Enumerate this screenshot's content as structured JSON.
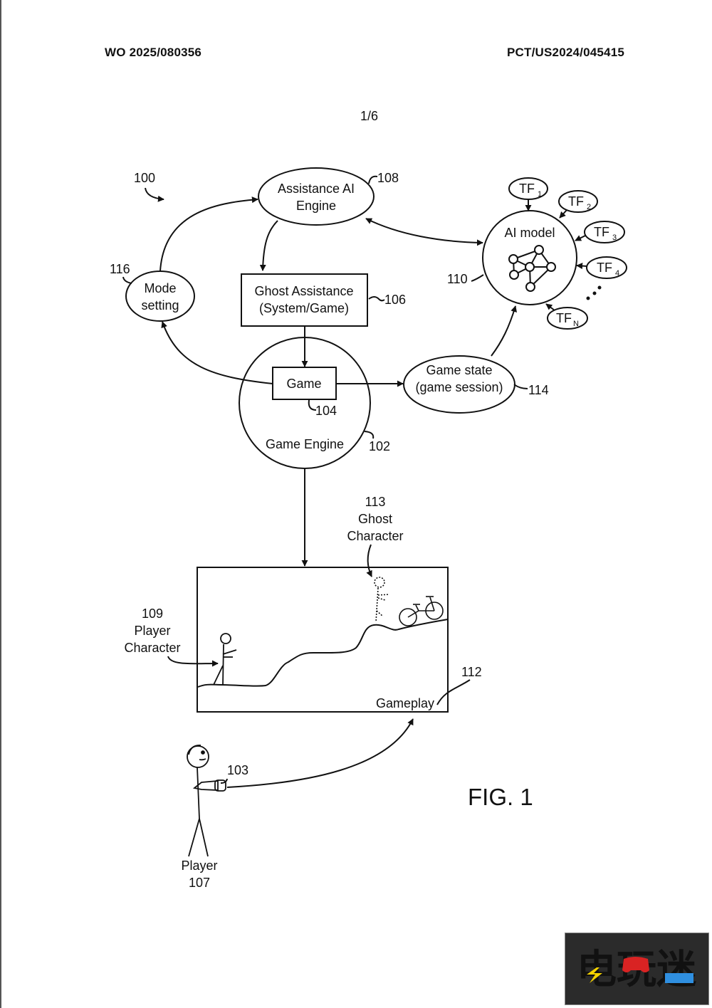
{
  "header": {
    "publication_number": "WO 2025/080356",
    "application_number": "PCT/US2024/045415",
    "sheet": "1/6"
  },
  "figure": {
    "title": "FIG. 1",
    "system_ref": "100",
    "nodes": {
      "assistance_ai_engine": {
        "line1": "Assistance AI",
        "line2": "Engine",
        "ref": "108"
      },
      "ghost_assistance": {
        "line1": "Ghost Assistance",
        "line2": "(System/Game)",
        "ref": "106"
      },
      "mode_setting": {
        "line1": "Mode",
        "line2": "setting",
        "ref": "116"
      },
      "ai_model": {
        "label": "AI model",
        "ref": "110"
      },
      "game": {
        "label": "Game",
        "ref": "104"
      },
      "game_engine": {
        "label": "Game Engine",
        "ref": "102"
      },
      "game_state": {
        "line1": "Game state",
        "line2": "(game session)",
        "ref": "114"
      },
      "gameplay": {
        "label": "Gameplay",
        "ref": "112"
      },
      "ghost_character": {
        "ref": "113",
        "line1": "Ghost",
        "line2": "Character"
      },
      "player_character": {
        "ref": "109",
        "line1": "Player",
        "line2": "Character"
      },
      "player": {
        "label": "Player",
        "ref": "107"
      },
      "controller": {
        "ref": "103"
      }
    },
    "training_features": [
      {
        "base": "TF",
        "sub": "1"
      },
      {
        "base": "TF",
        "sub": "2"
      },
      {
        "base": "TF",
        "sub": "3"
      },
      {
        "base": "TF",
        "sub": "4"
      },
      {
        "base": "TF",
        "sub": "N"
      }
    ]
  },
  "watermark": {
    "text": "电玩迷",
    "colors": {
      "bg": "#2b2b2b",
      "bolt": "#f5d300",
      "gamepad": "#d92323",
      "glasses": "#2f8fe0"
    }
  }
}
